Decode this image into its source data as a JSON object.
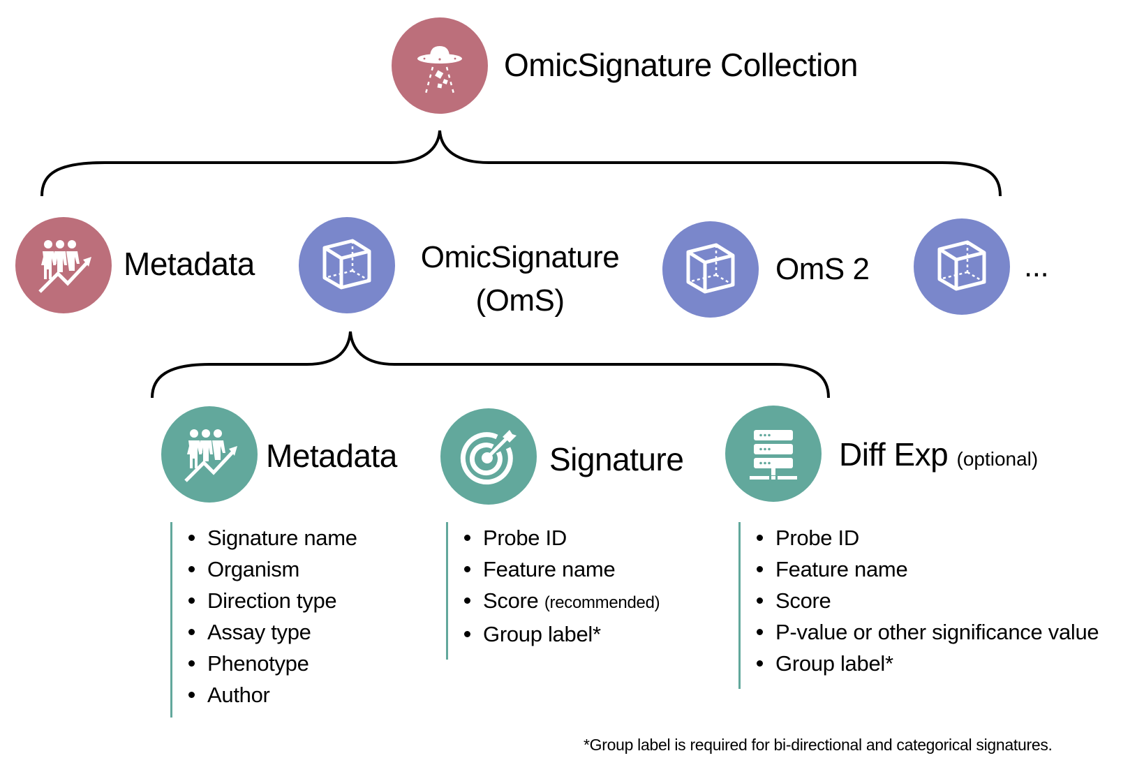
{
  "colors": {
    "collection": "#BC6F7B",
    "signature_object": "#7A87CB",
    "component": "#62A89C",
    "brace": "#000000"
  },
  "collection": {
    "icon": "ufo-icon",
    "title": "OmicSignature Collection"
  },
  "level1": {
    "metadata": {
      "icon": "people-growth-icon",
      "label": "Metadata"
    },
    "oms": {
      "icon": "cube-icon",
      "label_line1": "OmicSignature",
      "label_line2": "(OmS)"
    },
    "oms2": {
      "icon": "cube-icon",
      "label": "OmS 2"
    },
    "more": {
      "icon": "cube-icon",
      "label": "..."
    }
  },
  "level2": {
    "metadata": {
      "icon": "people-growth-icon",
      "label": "Metadata",
      "items": [
        {
          "text": "Signature name"
        },
        {
          "text": "Organism"
        },
        {
          "text": "Direction type"
        },
        {
          "text": "Assay type"
        },
        {
          "text": "Phenotype"
        },
        {
          "text": "Author"
        }
      ]
    },
    "signature": {
      "icon": "target-icon",
      "label": "Signature",
      "items": [
        {
          "text": "Probe ID",
          "note": ""
        },
        {
          "text": "Feature name",
          "note": ""
        },
        {
          "text": "Score",
          "note": "(recommended)"
        },
        {
          "text": "Group label*",
          "note": ""
        }
      ]
    },
    "diffexp": {
      "icon": "server-icon",
      "label": "Diff Exp",
      "note": "(optional)",
      "items": [
        {
          "text": "Probe ID"
        },
        {
          "text": "Feature name"
        },
        {
          "text": "Score"
        },
        {
          "text": "P-value or other significance value"
        },
        {
          "text": "Group label*"
        }
      ]
    }
  },
  "footnote": "*Group label is required for bi-directional and categorical signatures."
}
